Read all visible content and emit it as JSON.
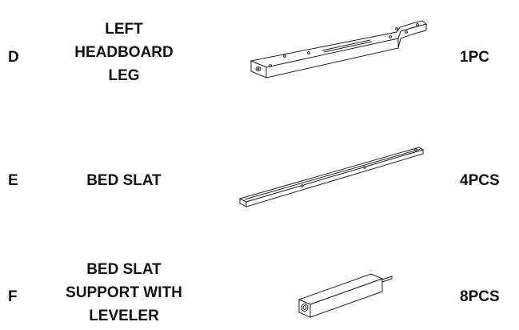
{
  "parts": [
    {
      "letter": "D",
      "name_lines": [
        "LEFT",
        "HEADBOARD",
        "LEG"
      ],
      "quantity": "1PC"
    },
    {
      "letter": "E",
      "name_lines": [
        "BED SLAT"
      ],
      "quantity": "4PCS"
    },
    {
      "letter": "F",
      "name_lines": [
        "BED SLAT",
        "SUPPORT WITH",
        "LEVELER"
      ],
      "quantity": "8PCS"
    }
  ]
}
